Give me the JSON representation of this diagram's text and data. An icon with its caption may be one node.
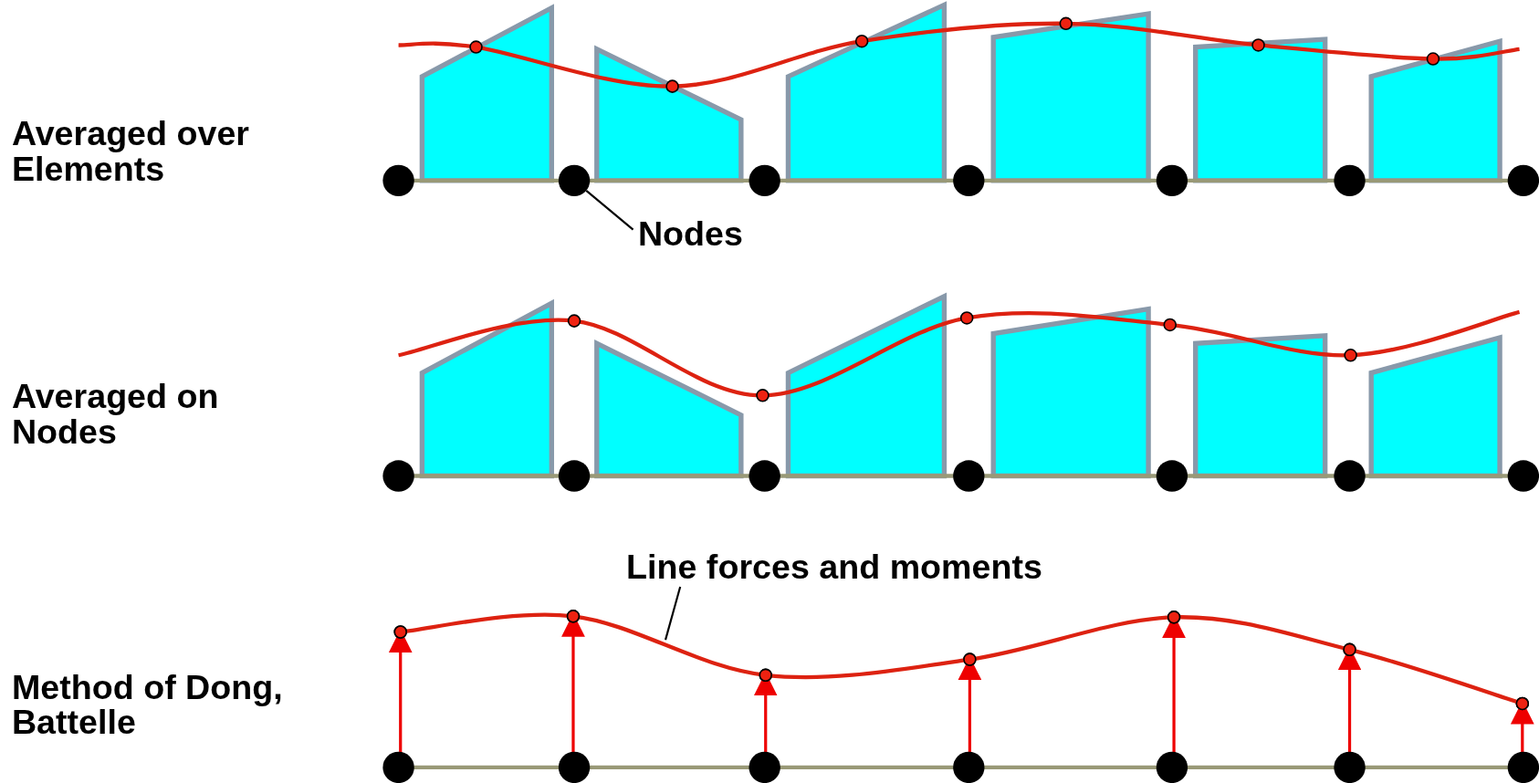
{
  "diagram": {
    "nodes": [
      {
        "text": [
          "Nodes"
        ]
      },
      {
        "text": [],
        "shape": "circle"
      },
      {
        "text": [
          "Line forces and moments"
        ]
      },
      {
        "text": [],
        "shape": "curve"
      }
    ],
    "edges": [
      {
        "from": 0,
        "to": 1,
        "arrow": "none"
      },
      {
        "from": 2,
        "to": 3,
        "arrow": "none"
      }
    ],
    "labels": [
      "Averaged over Elements",
      "Averaged on Nodes",
      "Method of Dong, Battelle"
    ]
  }
}
